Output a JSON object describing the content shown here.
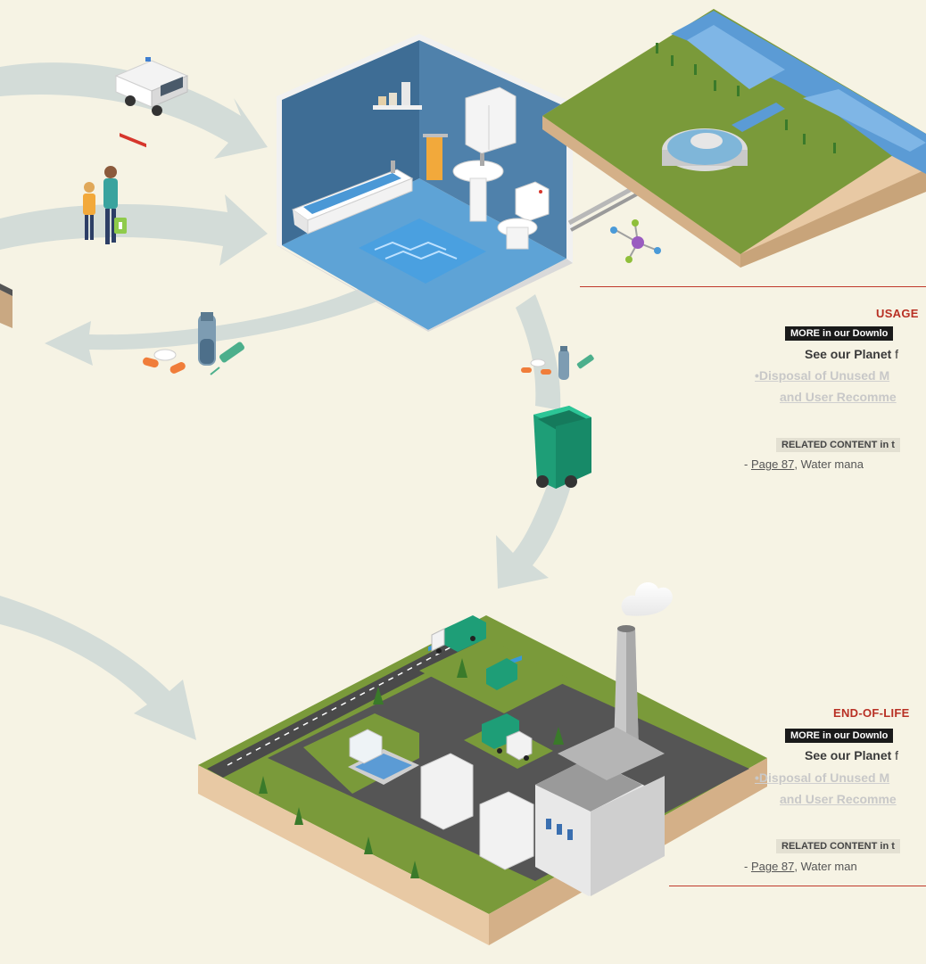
{
  "usage_panel": {
    "title": "USAGE",
    "more": "MORE in our Downlo",
    "see_prefix": "See our ",
    "see_bold": "Planet",
    "see_suffix": " f",
    "link_line1": "•Disposal of Unused M",
    "link_line2": "and User Recomme",
    "related": "RELATED CONTENT in t",
    "page_prefix": "- ",
    "page_link": "Page 87",
    "page_suffix": ", Water mana"
  },
  "eol_panel": {
    "title": "END-OF-LIFE",
    "more": "MORE in our Downlo",
    "see_prefix": "See our ",
    "see_bold": "Planet",
    "see_suffix": " f",
    "link_line1": "•Disposal of Unused M",
    "link_line2": "and User Recomme",
    "related": "RELATED CONTENT in t",
    "page_prefix": "- ",
    "page_link": "Page 87",
    "page_suffix": ", Water man"
  },
  "colors": {
    "background": "#f6f3e4",
    "flow_arrow": "#d3dcd8",
    "accent_red": "#b83024",
    "grass": "#7a9a3a",
    "soil": "#e8c9a4",
    "water": "#5b9bd5",
    "bin_green": "#1e9e77",
    "road": "#4a4a4a"
  },
  "icons": [
    "ambulance-icon",
    "patients-icon",
    "medicines-icon",
    "bathroom-icon",
    "water-treatment-plant-icon",
    "molecule-icon",
    "trash-bin-icon",
    "waste-processing-plant-icon",
    "garbage-truck-icon",
    "chimney-icon"
  ]
}
